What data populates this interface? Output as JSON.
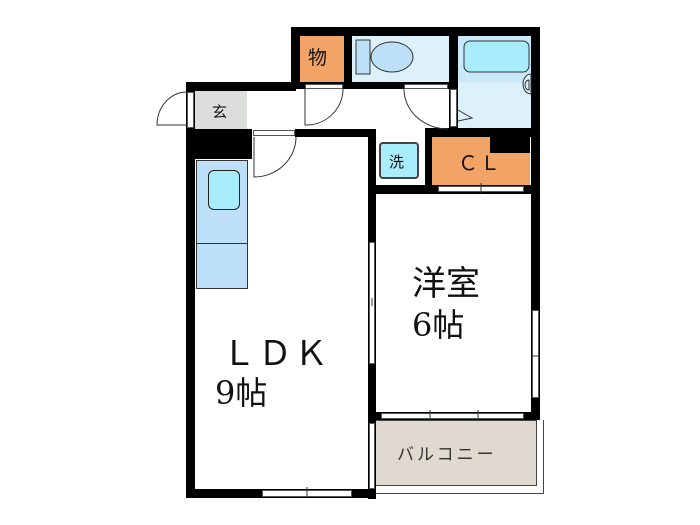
{
  "floorplan": {
    "colors": {
      "wall": "#000000",
      "storage": "#F2A466",
      "wet_area": "#DDF1FB",
      "fixture": "#BDE0F8",
      "tub": "#A9EDFC",
      "entrance": "#DCDEDC",
      "balcony": "#E0D9CF",
      "floor": "#FFFFFF"
    },
    "rooms": {
      "storage": {
        "label": "物"
      },
      "toilet": {
        "label": ""
      },
      "bath": {
        "label": ""
      },
      "entrance": {
        "label": "玄"
      },
      "washer": {
        "label": "洗"
      },
      "closet": {
        "label": "ＣＬ"
      },
      "ldk": {
        "label": "ＬＤＫ",
        "size": "9帖"
      },
      "western_room": {
        "label": "洋室",
        "size": "6帖"
      },
      "balcony": {
        "label": "バルコニー"
      }
    }
  }
}
